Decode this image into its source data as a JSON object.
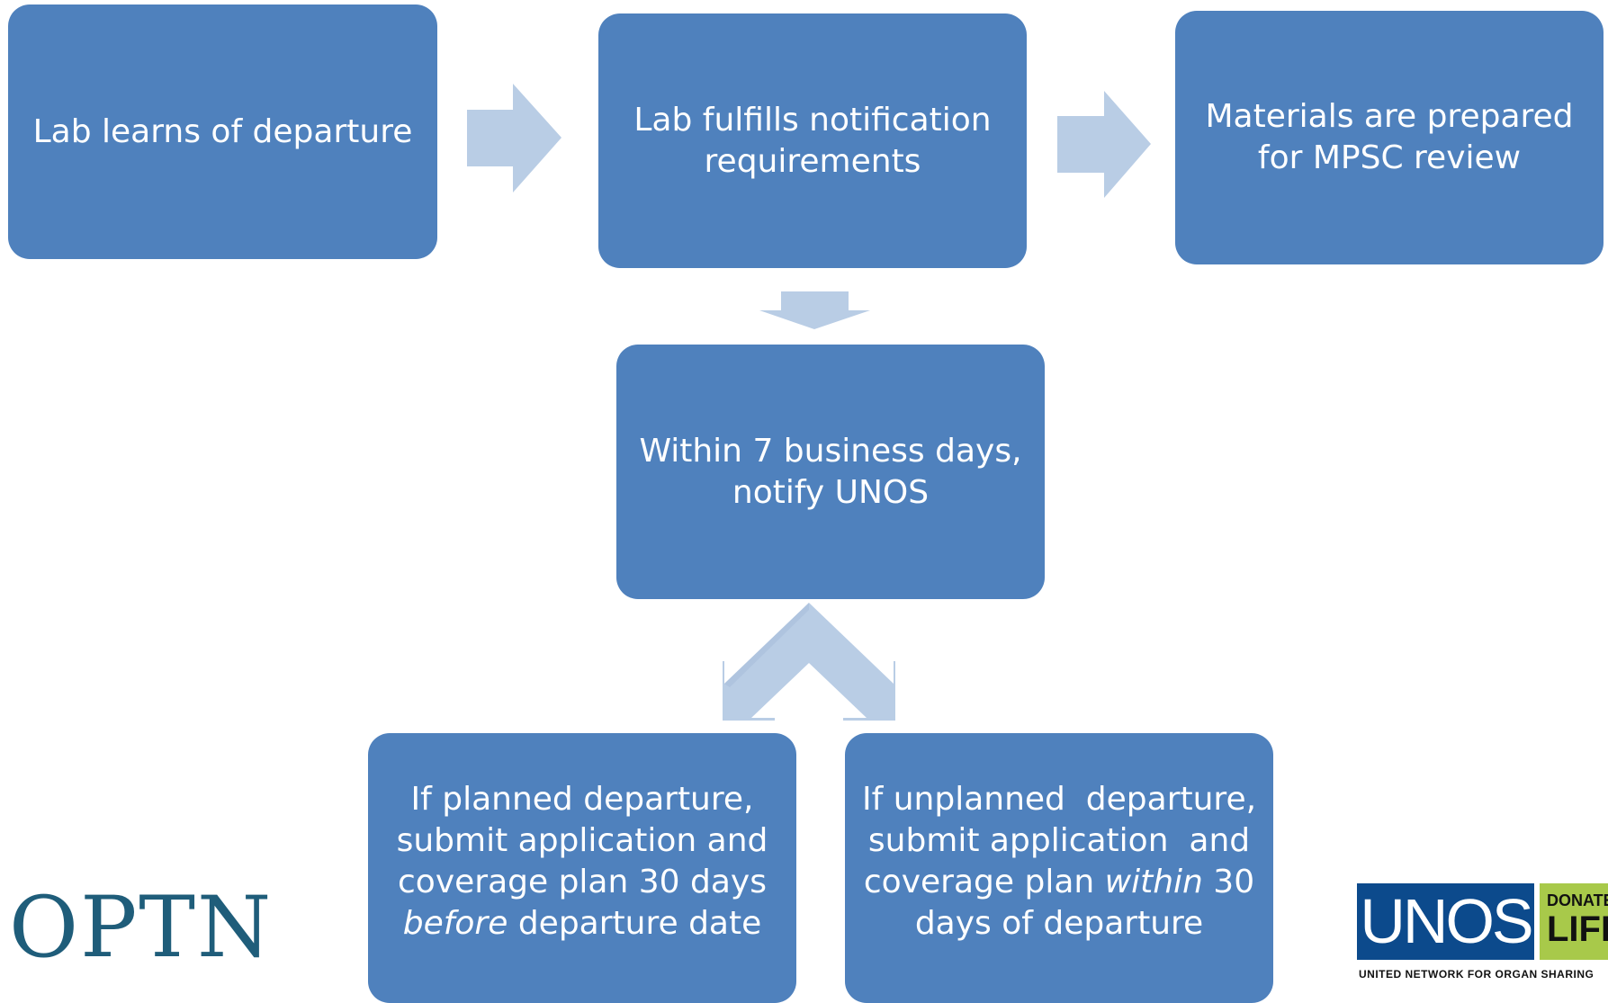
{
  "diagram": {
    "boxes": [
      {
        "id": "b1",
        "lines": [
          [
            {
              "t": "Lab learns of departure"
            }
          ]
        ]
      },
      {
        "id": "b2",
        "lines": [
          [
            {
              "t": "Lab fulfills notification"
            }
          ],
          [
            {
              "t": "requirements"
            }
          ]
        ]
      },
      {
        "id": "b3",
        "lines": [
          [
            {
              "t": "Materials are prepared"
            }
          ],
          [
            {
              "t": "for MPSC review"
            }
          ]
        ]
      },
      {
        "id": "b4",
        "lines": [
          [
            {
              "t": "Within 7 business days,"
            }
          ],
          [
            {
              "t": "notify UNOS"
            }
          ]
        ]
      },
      {
        "id": "b5",
        "lines": [
          [
            {
              "t": "If planned departure,"
            }
          ],
          [
            {
              "t": "submit application and"
            }
          ],
          [
            {
              "t": "coverage plan 30 days"
            }
          ],
          [
            {
              "t": "before",
              "i": true
            },
            {
              "t": " departure date"
            }
          ]
        ]
      },
      {
        "id": "b6",
        "lines": [
          [
            {
              "t": "If unplanned  departure,"
            }
          ],
          [
            {
              "t": "submit application  and"
            }
          ],
          [
            {
              "t": "coverage plan "
            },
            {
              "t": "within",
              "i": true
            },
            {
              "t": " 30"
            }
          ],
          [
            {
              "t": "days of departure"
            }
          ]
        ]
      }
    ],
    "colors": {
      "box": "#4f81bd",
      "box_text": "#ffffff",
      "arrow": "#b9cde5"
    }
  },
  "logos": {
    "optn": "OPTN",
    "unos": "UNOS",
    "donate": "DONATE",
    "life": "LIFE",
    "unos_tagline": "UNITED NETWORK FOR ORGAN SHARING"
  }
}
